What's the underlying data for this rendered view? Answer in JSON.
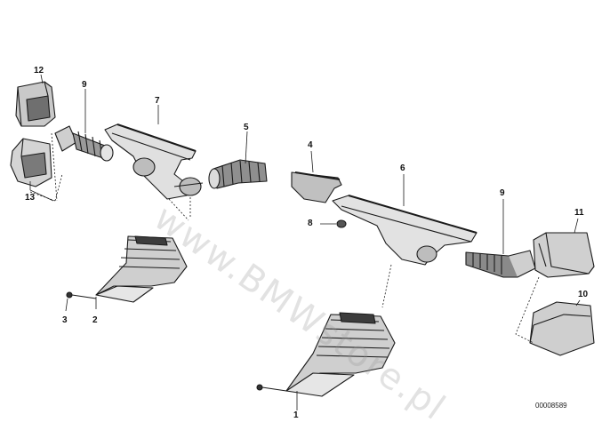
{
  "callouts": {
    "c1": "1",
    "c2": "2",
    "c3": "3",
    "c4": "4",
    "c5": "5",
    "c6": "6",
    "c7": "7",
    "c8": "8",
    "c9a": "9",
    "c9b": "9",
    "c10": "10",
    "c11": "11",
    "c12": "12",
    "c13": "13"
  },
  "watermark": "www.BMWstore.pl",
  "reference_number": "00008589",
  "colors": {
    "line": "#1a1a1a",
    "shade": "#8a8a8a",
    "light": "#d8d8d8"
  }
}
